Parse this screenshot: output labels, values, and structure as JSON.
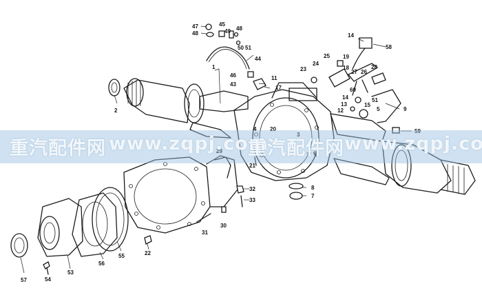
{
  "watermark": {
    "segments": [
      "重汽配件网",
      "www.zqpj.com",
      "重汽配件网",
      "www.zqpj.com"
    ],
    "band_color": "#96bee1"
  },
  "callouts": [
    "47",
    "48",
    "45",
    "49",
    "48",
    "50",
    "51",
    "44",
    "46",
    "43",
    "1",
    "11",
    "17",
    "2",
    "14",
    "58",
    "25",
    "19",
    "24",
    "23",
    "18",
    "27",
    "26",
    "28",
    "60",
    "14",
    "13",
    "15",
    "51",
    "12",
    "9",
    "5",
    "59",
    "4",
    "20",
    "3",
    "21",
    "29",
    "5",
    "8",
    "7",
    "32",
    "33",
    "30",
    "31",
    "22",
    "55",
    "56",
    "53",
    "54",
    "57"
  ]
}
